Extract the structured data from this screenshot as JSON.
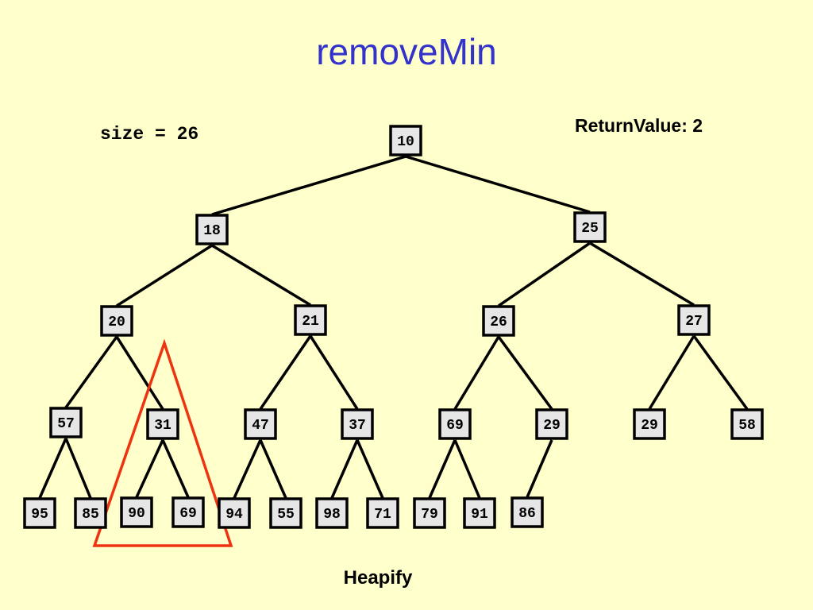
{
  "slide": {
    "title": "removeMin",
    "size_text": "size = 26",
    "return_text": "ReturnValue: 2",
    "caption": "Heapify",
    "highlight_color": "#ee3311",
    "title_color": "#3333cc",
    "background_color": "#ffffcc"
  },
  "heap": {
    "nodes": [
      {
        "id": "n0",
        "value": "10"
      },
      {
        "id": "n1",
        "value": "18"
      },
      {
        "id": "n2",
        "value": "25"
      },
      {
        "id": "n3",
        "value": "20"
      },
      {
        "id": "n4",
        "value": "21"
      },
      {
        "id": "n5",
        "value": "26"
      },
      {
        "id": "n6",
        "value": "27"
      },
      {
        "id": "n7",
        "value": "57"
      },
      {
        "id": "n8",
        "value": "31"
      },
      {
        "id": "n9",
        "value": "47"
      },
      {
        "id": "n10",
        "value": "37"
      },
      {
        "id": "n11",
        "value": "69"
      },
      {
        "id": "n12",
        "value": "29"
      },
      {
        "id": "n13",
        "value": "29"
      },
      {
        "id": "n14",
        "value": "58"
      },
      {
        "id": "n15",
        "value": "95"
      },
      {
        "id": "n16",
        "value": "85"
      },
      {
        "id": "n17",
        "value": "90"
      },
      {
        "id": "n18",
        "value": "69"
      },
      {
        "id": "n19",
        "value": "94"
      },
      {
        "id": "n20",
        "value": "55"
      },
      {
        "id": "n21",
        "value": "98"
      },
      {
        "id": "n22",
        "value": "71"
      },
      {
        "id": "n23",
        "value": "79"
      },
      {
        "id": "n24",
        "value": "91"
      },
      {
        "id": "n25",
        "value": "86"
      }
    ],
    "highlighted_subtree_root": "n8"
  }
}
